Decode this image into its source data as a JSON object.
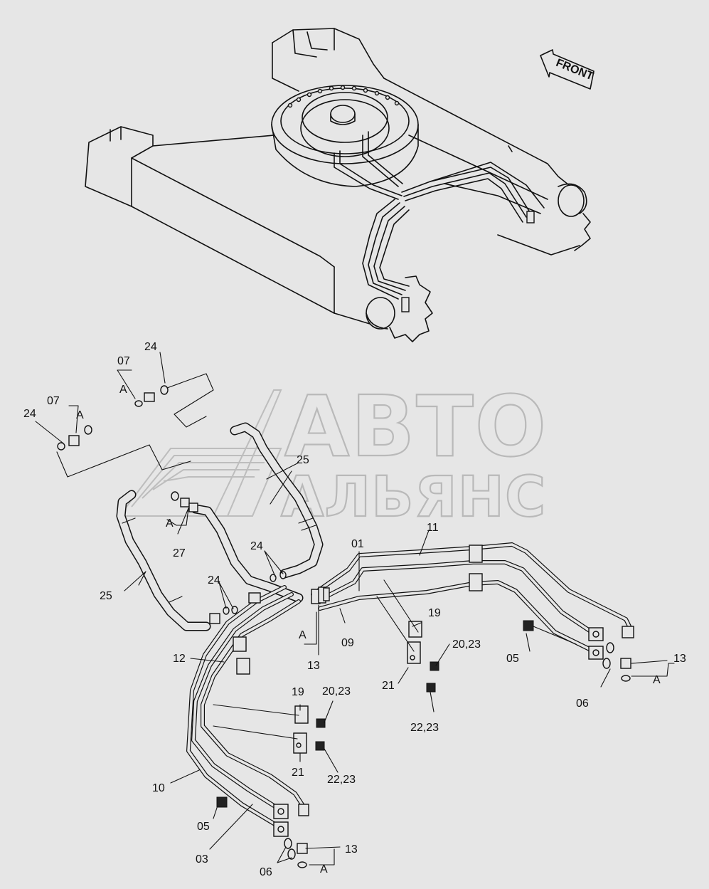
{
  "diagram": {
    "front_label": "FRONT",
    "watermark": {
      "line1": "АВТО",
      "line2": "АЛЬЯНС"
    },
    "callouts": {
      "c24_top": "24",
      "c07_top": "07",
      "cA_top": "A",
      "c07_left": "07",
      "cA_left": "A",
      "c24_left": "24",
      "c25_upper": "25",
      "cA_mid": "A",
      "c27": "27",
      "c24_mid1": "24",
      "c24_mid2": "24",
      "c25_lower": "25",
      "c11": "11",
      "c01": "01",
      "c19_right": "19",
      "c20_23_right": "20,23",
      "cA_bottom_mid": "A",
      "c09": "09",
      "c13_mid": "13",
      "c05_right": "05",
      "c13_right": "13",
      "c21_right": "21",
      "c12": "12",
      "cA_right": "A",
      "c06_right": "06",
      "c22_23_right": "22,23",
      "c19_left": "19",
      "c20_23_left": "20,23",
      "c21_left": "21",
      "c22_23_left": "22,23",
      "c10": "10",
      "c05_left": "05",
      "c13_left": "13",
      "c03": "03",
      "cA_left_bottom": "A",
      "c06_left": "06"
    }
  }
}
